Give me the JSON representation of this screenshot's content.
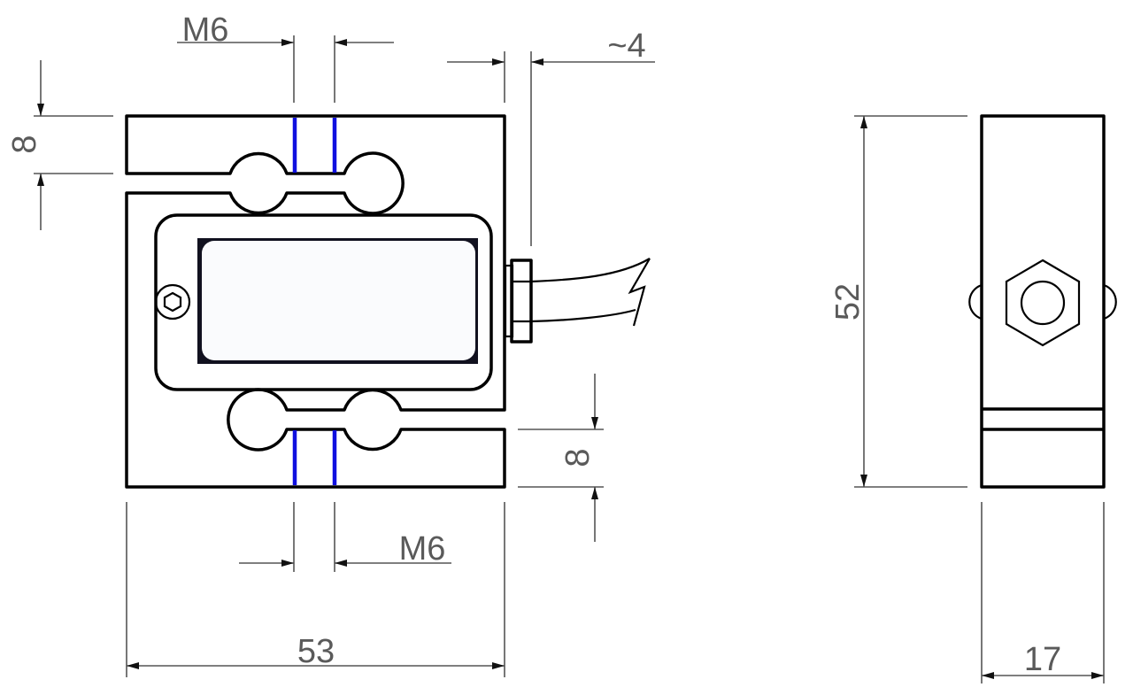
{
  "drawing": {
    "front_view": {
      "dimensions": {
        "thread_top": "M6",
        "thread_bottom": "M6",
        "cable_offset": "~4",
        "slot_top": "8",
        "slot_bottom": "8",
        "width": "53"
      }
    },
    "side_view": {
      "dimensions": {
        "height": "52",
        "thickness": "17"
      }
    },
    "colors": {
      "outline": "#000000",
      "dimension": "#555555",
      "thread_marker": "#1010e0",
      "strain_gauge_border": "#11111f"
    }
  }
}
